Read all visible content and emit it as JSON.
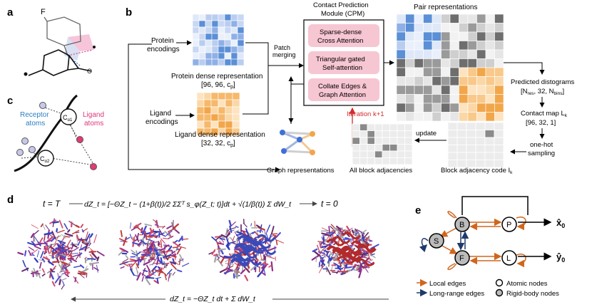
{
  "panels": {
    "a": "a",
    "b": "b",
    "c": "c",
    "d": "d",
    "e": "e"
  },
  "panel_a": {
    "atom_label": "F"
  },
  "panel_b": {
    "protein_enc_1": "Protein",
    "protein_enc_2": "encodings",
    "protein_dense_1": "Protein dense representation",
    "protein_dense_2": "[96, 96, c",
    "protein_dense_2_sub": "p",
    "ligand_enc_1": "Ligand",
    "ligand_enc_2": "encodings",
    "ligand_dense_1": "Ligand dense representation",
    "ligand_dense_2": "[32, 32, c",
    "ligand_dense_2_sub": "p",
    "patch_1": "Patch",
    "patch_2": "merging",
    "cpm_title_1": "Contact Prediction",
    "cpm_title_2": "Module (CPM)",
    "cpm_box1_1": "Sparse-dense",
    "cpm_box1_2": "Cross Attention",
    "cpm_box2_1": "Triangular gated",
    "cpm_box2_2": "Self-attention",
    "cpm_box3_1": "Collate Edges &",
    "cpm_box3_2": "Graph Attention",
    "iteration": "Iteration k+1",
    "pair_title": "Pair representations",
    "distogram_1": "Predicted distograms",
    "distogram_2": "[N",
    "distogram_2_sub1": "res",
    "distogram_2_mid": ", 32, N",
    "distogram_2_sub2": "bins",
    "contact_1": "Contact map L",
    "contact_1_sub": "k",
    "contact_2": "[96, 32, 1]",
    "onehot_1": "one-hot",
    "onehot_2": "sampling",
    "update": "update",
    "graph_rep": "Graph representations",
    "all_block": "All block adjacencies",
    "block_code": "Block adjacency code I",
    "block_code_sub": "k"
  },
  "panel_c": {
    "receptor_1": "Receptor",
    "receptor_2": "atoms",
    "ligand_1": "Ligand",
    "ligand_2": "atoms",
    "c1": "C",
    "c1_sub": "α1",
    "c2": "C",
    "c2_sub": "α2"
  },
  "panel_d": {
    "t_start": "t = T",
    "t_end": "t = 0",
    "forward_eq": "dZ_t = [−ΘZ_t − (1+β(t))/2 ΣΣᵀ s_φ(Z_t; t)]dt + √(1/β(t)) Σ dW_t",
    "reverse_eq": "dZ_t = −ΘZ_t dt + Σ dW_t"
  },
  "panel_e": {
    "nodes": [
      "B",
      "P",
      "S",
      "F",
      "L"
    ],
    "out_x": "x̂",
    "out_x_sub": "0",
    "out_y": "ŷ",
    "out_y_sub": "0",
    "legend_local": "Local edges",
    "legend_long": "Long-range edges",
    "legend_atomic": "Atomic nodes",
    "legend_rigid": "Rigid-body nodes"
  },
  "colors": {
    "protein_blue": "#5b8fd6",
    "ligand_orange": "#f2a64a",
    "cpm_pink": "#f7c6d3",
    "red_arrow": "#d42b2b",
    "local_edge": "#d0661e",
    "long_edge": "#1f3a6b",
    "receptor_blue": "#2a7fc1",
    "ligand_pink": "#e0337a"
  }
}
